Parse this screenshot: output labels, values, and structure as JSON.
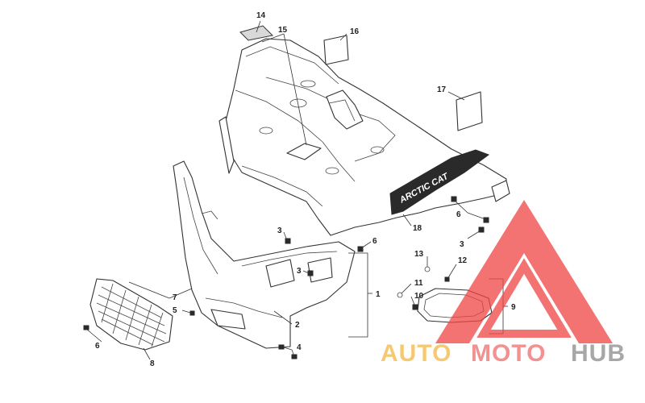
{
  "callouts": [
    {
      "id": "14",
      "label": "14"
    },
    {
      "id": "15",
      "label": "15"
    },
    {
      "id": "16",
      "label": "16"
    },
    {
      "id": "17",
      "label": "17"
    },
    {
      "id": "18",
      "label": "18"
    },
    {
      "id": "3a",
      "label": "3"
    },
    {
      "id": "6a",
      "label": "6"
    },
    {
      "id": "3b",
      "label": "3"
    },
    {
      "id": "1",
      "label": "1"
    },
    {
      "id": "7",
      "label": "7"
    },
    {
      "id": "5",
      "label": "5"
    },
    {
      "id": "2",
      "label": "2"
    },
    {
      "id": "4",
      "label": "4"
    },
    {
      "id": "6b",
      "label": "6"
    },
    {
      "id": "8",
      "label": "8"
    },
    {
      "id": "6c",
      "label": "6"
    },
    {
      "id": "3c",
      "label": "3"
    },
    {
      "id": "13",
      "label": "13"
    },
    {
      "id": "12",
      "label": "12"
    },
    {
      "id": "11",
      "label": "11"
    },
    {
      "id": "10",
      "label": "10"
    },
    {
      "id": "9",
      "label": "9"
    }
  ],
  "decal_text": "ARCTIC CAT",
  "watermark": {
    "word1": "AUTO",
    "word2": "MOTO",
    "word3": "HUB",
    "colors": {
      "auto": "#f2b843",
      "moto": "#ef6b6b",
      "hub": "#8a8a8a",
      "triangle": "#f04545"
    }
  }
}
